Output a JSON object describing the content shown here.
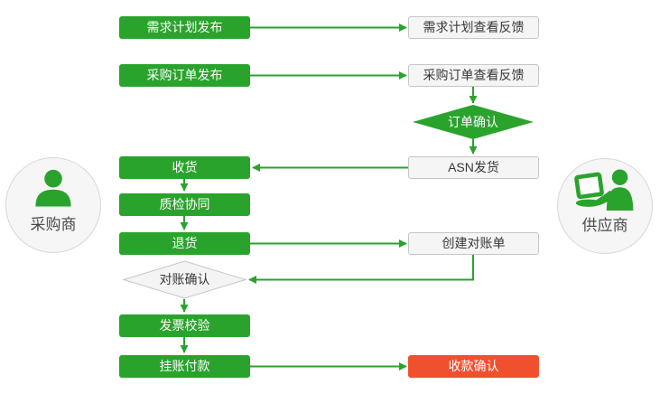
{
  "colors": {
    "accent_green": "#2aa32d",
    "status_red": "#f1502f",
    "neutral_box_bg": "#f5f5f5",
    "neutral_box_border": "#c6c6c6"
  },
  "actors": {
    "buyer": {
      "label": "采购商",
      "icon": "person-icon"
    },
    "supplier": {
      "label": "供应商",
      "icon": "person-at-computer-icon"
    }
  },
  "steps": {
    "demand_publish": "需求计划发布",
    "demand_feedback": "需求计划查看反馈",
    "po_publish": "采购订单发布",
    "po_feedback": "采购订单查看反馈",
    "order_confirm": "订单确认",
    "asn_ship": "ASN发货",
    "receive": "收货",
    "quality_sync": "质检协同",
    "return_goods": "退货",
    "create_statement": "创建对账单",
    "statement_confirm": "对账确认",
    "invoice_check": "发票校验",
    "credit_payment": "挂账付款",
    "receipt_confirm": "收款确认"
  }
}
